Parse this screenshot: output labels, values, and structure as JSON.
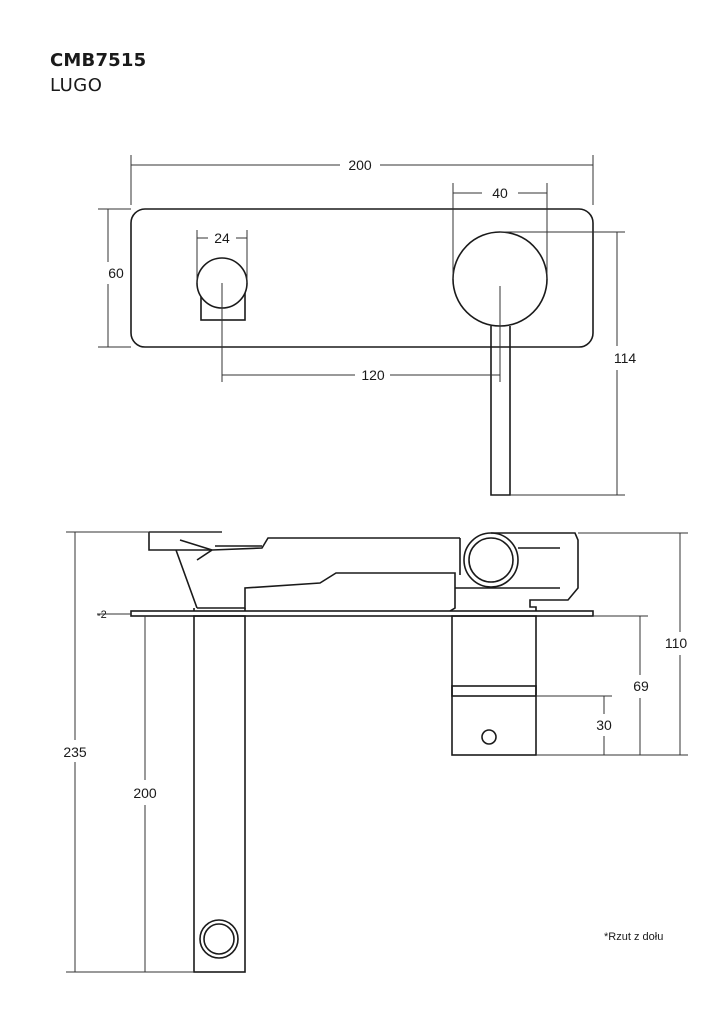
{
  "header": {
    "model": "CMB7515",
    "series": "LUGO"
  },
  "front_view": {
    "dim_width": "200",
    "dim_height": "60",
    "dim_handle": "40",
    "dim_knob": "24",
    "dim_spacing": "120",
    "dim_lever": "114"
  },
  "side_view": {
    "dim_total": "235",
    "dim_spout": "200",
    "dim_depth": "110",
    "dim_body": "69",
    "dim_outlet": "30",
    "dim_plate": "2"
  },
  "note": "*Rzut z dołu"
}
